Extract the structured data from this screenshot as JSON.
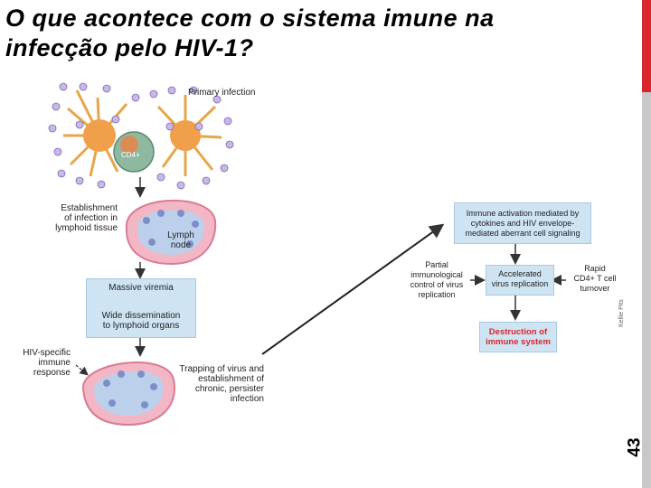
{
  "slide": {
    "title_line1": "O que acontece com o sistema imune na",
    "title_line2": "infecção pelo HIV-1?",
    "number": "43",
    "credit": "Kellie Pits"
  },
  "diagram": {
    "primary_infection": "Primary infection",
    "cd4_label": "CD4+",
    "establishment_line1": "Establishment",
    "establishment_line2": "of infection in",
    "establishment_line3": "lymphoid tissue",
    "lymph_line1": "Lymph",
    "lymph_line2": "node",
    "massive_viremia": "Massive viremia",
    "wide_dissemination_line1": "Wide dissemination",
    "wide_dissemination_line2": "to lymphoid organs",
    "hiv_response_line1": "HIV-specific",
    "hiv_response_line2": "immune",
    "hiv_response_line3": "response",
    "trapping_line1": "Trapping of virus and",
    "trapping_line2": "establishment of",
    "trapping_line3": "chronic, persister",
    "trapping_line4": "infection",
    "immune_activation_line1": "Immune activation mediated by",
    "immune_activation_line2": "cytokines and HIV envelope-",
    "immune_activation_line3": "mediated aberrant cell signaling",
    "partial_line1": "Partial",
    "partial_line2": "immunological",
    "partial_line3": "control of virus",
    "partial_line4": "replication",
    "accelerated_line1": "Accelerated",
    "accelerated_line2": "virus replication",
    "rapid_line1": "Rapid",
    "rapid_line2": "CD4+ T cell",
    "rapid_line3": "turnover",
    "destruction_line1": "Destruction of",
    "destruction_line2": "immune system"
  },
  "colors": {
    "accent_red": "#d7262c",
    "box_fill": "#cfe4f3",
    "destruction_text": "#d7262c"
  }
}
